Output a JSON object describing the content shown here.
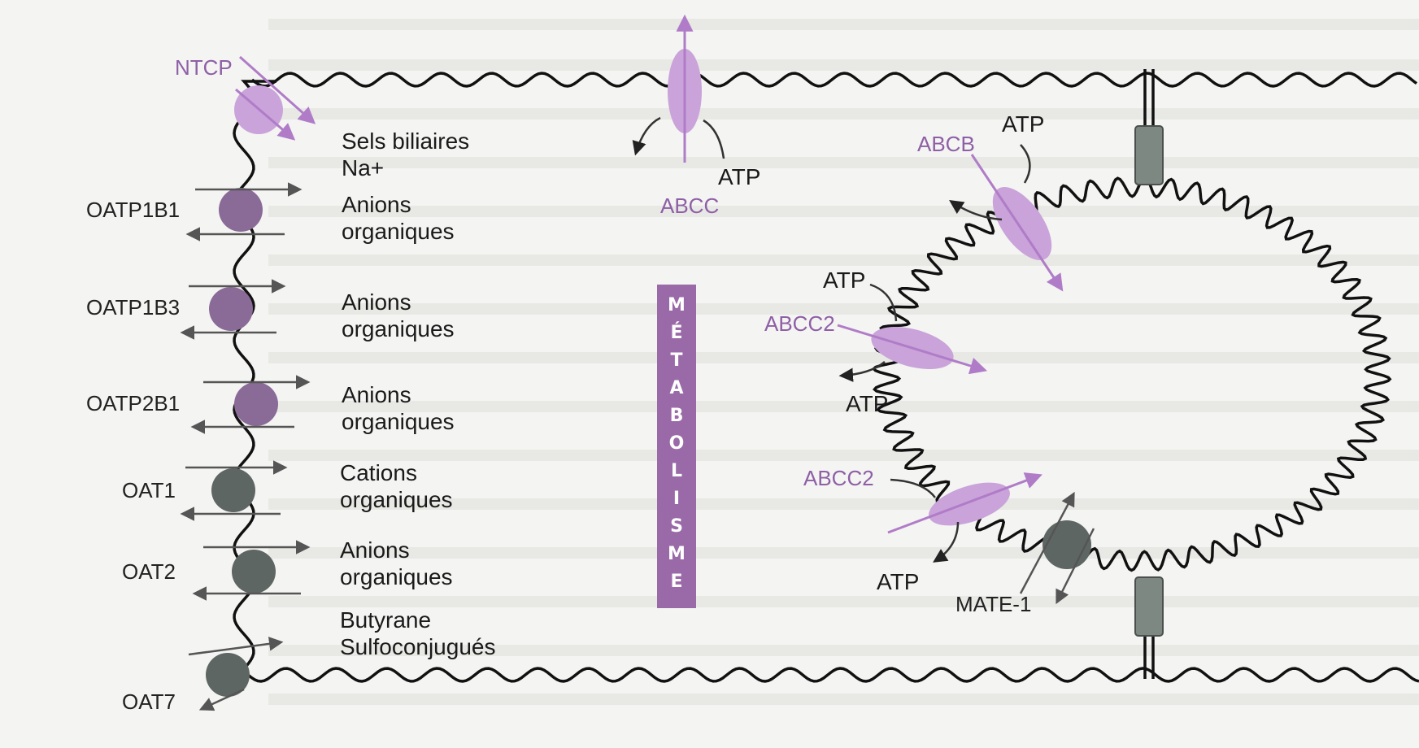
{
  "colors": {
    "purple_light": "#c9a3d9",
    "purple_label": "#8e5fa6",
    "purple_dark": "#8a6a97",
    "gray_transporter": "#5e6663",
    "membrane": "#111111",
    "background": "#f4f4f2",
    "metabolism_bar": "#9a6aa8"
  },
  "transporters": {
    "ntcp": "NTCP",
    "oatp1b1": "OATP1B1",
    "oatp1b3": "OATP1B3",
    "oatp2b1": "OATP2B1",
    "oat1": "OAT1",
    "oat2": "OAT2",
    "oat7": "OAT7",
    "abcc": "ABCC",
    "abcb": "ABCB",
    "abcc2_top": "ABCC2",
    "abcc2_bottom": "ABCC2",
    "mate1": "MATE-1"
  },
  "substrates": {
    "ntcp_line1": "Sels biliaires",
    "ntcp_line2": "Na+",
    "oatp1b1_line1": "Anions",
    "oatp1b1_line2": "organiques",
    "oatp1b3_line1": "Anions",
    "oatp1b3_line2": "organiques",
    "oatp2b1_line1": "Anions",
    "oatp2b1_line2": "organiques",
    "oat1_line1": "Cations",
    "oat1_line2": "organiques",
    "oat2_line1": "Anions",
    "oat2_line2": "organiques",
    "oat7_line1": "Butyrane",
    "oat7_line2": "Sulfoconjugués"
  },
  "atp": {
    "abcc": "ATP",
    "abcb": "ATP",
    "abcc2_top_in": "ATP",
    "abcc2_top_out": "ATP",
    "abcc2_bottom": "ATP"
  },
  "metabolism_letters": [
    "M",
    "É",
    "T",
    "A",
    "B",
    "O",
    "L",
    "I",
    "S",
    "M",
    "E"
  ]
}
